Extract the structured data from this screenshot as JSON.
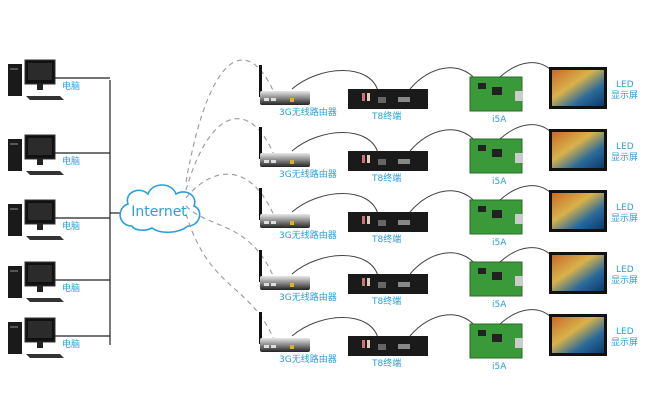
{
  "diagram": {
    "title": "",
    "internet_label": "Internet",
    "computers": [
      {
        "label": "电脑"
      },
      {
        "label": "电脑"
      },
      {
        "label": "电脑"
      },
      {
        "label": "电脑"
      },
      {
        "label": "电脑"
      }
    ],
    "rows": [
      {
        "router_label": "3G无线路由器",
        "terminal_label": "T8终端",
        "card_label": "i5A",
        "display_label_1": "LED",
        "display_label_2": "显示屏"
      },
      {
        "router_label": "3G无线路由器",
        "terminal_label": "T8终端",
        "card_label": "i5A",
        "display_label_1": "LED",
        "display_label_2": "显示屏"
      },
      {
        "router_label": "3G无线路由器",
        "terminal_label": "T8终端",
        "card_label": "i5A",
        "display_label_1": "LED",
        "display_label_2": "显示屏"
      },
      {
        "router_label": "3G无线路由器",
        "terminal_label": "T8终端",
        "card_label": "i5A",
        "display_label_1": "LED",
        "display_label_2": "显示屏"
      },
      {
        "router_label": "3G无线路由器",
        "terminal_label": "T8终端",
        "card_label": "i5A",
        "display_label_1": "LED",
        "display_label_2": "显示屏"
      }
    ],
    "colors": {
      "label": "#2a9fd8",
      "cloud_stroke": "#2a9fd8",
      "wire": "#333333",
      "dashed": "#999999",
      "device": "#1a1a1a",
      "board": "#3a9a3a"
    }
  }
}
